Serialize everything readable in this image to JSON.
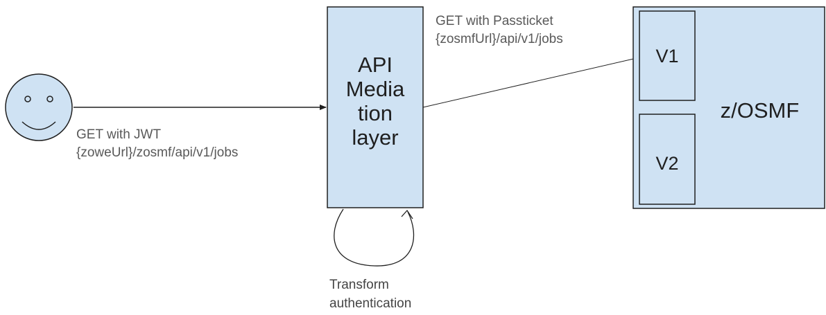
{
  "user": {
    "icon": "smiley-face-icon"
  },
  "request_in": {
    "line1": "GET with JWT",
    "line2": "{zoweUrl}/zosmf/api/v1/jobs"
  },
  "api_layer": {
    "label": "API\nMedia\ntion\nlayer"
  },
  "request_out": {
    "line1": "GET with Passticket",
    "line2": "{zosmfUrl}/api/v1/jobs"
  },
  "transform": {
    "label": "Transform\nauthentication"
  },
  "zosmf": {
    "label": "z/OSMF",
    "v1": "V1",
    "v2": "V2"
  },
  "colors": {
    "box_fill": "#cfe2f3",
    "stroke": "#1f1f1f",
    "text": "#595959"
  }
}
